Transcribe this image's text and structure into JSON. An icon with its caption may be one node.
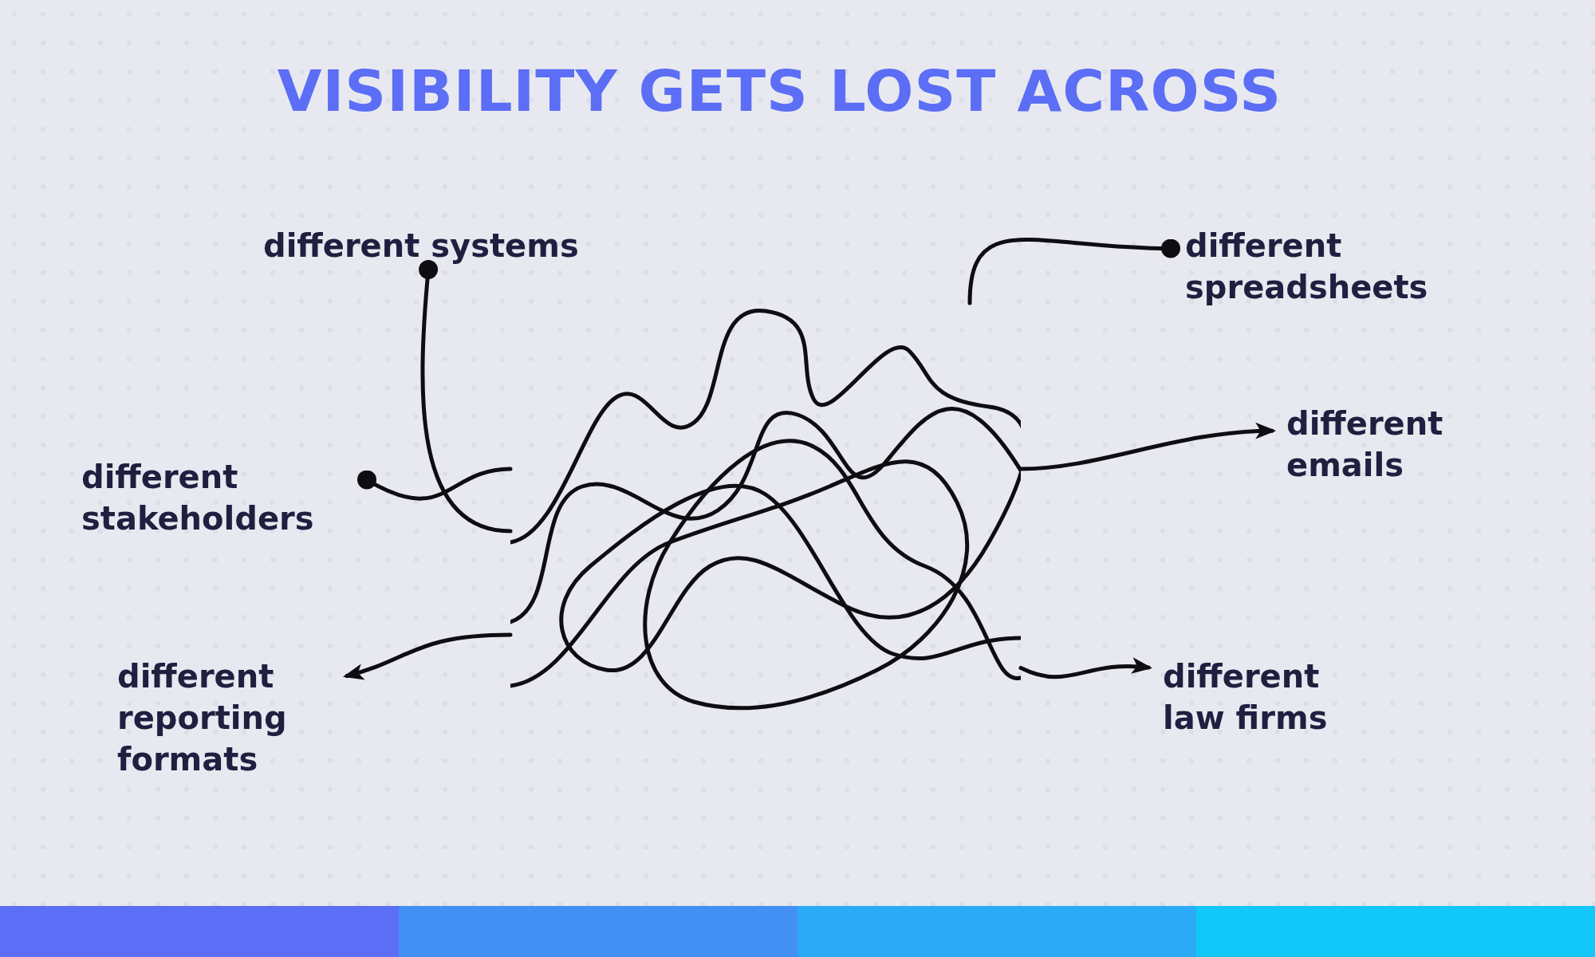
{
  "diagram": {
    "title": "VISIBILITY GETS LOST ACROSS",
    "nodes": [
      {
        "text": [
          "different systems"
        ]
      },
      {
        "text": [
          "different spreadsheets"
        ]
      },
      {
        "text": [
          "different stakeholders"
        ]
      },
      {
        "text": [
          "different emails"
        ]
      },
      {
        "text": [
          "different reporting formats"
        ]
      },
      {
        "text": [
          "different law firms"
        ]
      },
      {
        "text": [],
        "shape": "picture"
      }
    ],
    "edges": [
      {
        "from": 0,
        "to": 6,
        "arrow": "other"
      },
      {
        "from": 1,
        "to": 6,
        "arrow": "other"
      },
      {
        "from": 2,
        "to": 6,
        "arrow": "other"
      },
      {
        "from": 6,
        "to": 3,
        "arrow": "to"
      },
      {
        "from": 6,
        "to": 4,
        "arrow": "to"
      },
      {
        "from": 6,
        "to": 5,
        "arrow": "to"
      }
    ]
  }
}
